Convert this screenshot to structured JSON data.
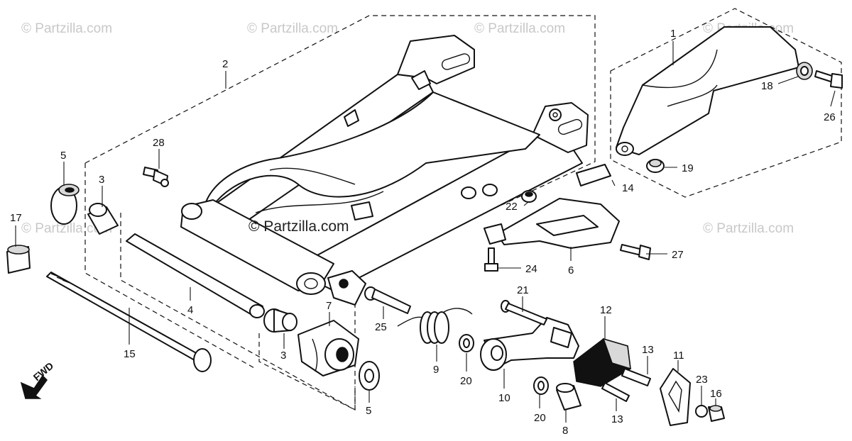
{
  "watermarks": {
    "top_1": "© Partzilla.com",
    "top_2": "© Partzilla.com",
    "top_3": "© Partzilla.com",
    "top_4": "© Partzilla.com",
    "mid_left": "© Partzilla.com",
    "center": "© Partzilla.com",
    "mid_right": "© Partzilla.com"
  },
  "direction_label": "FWD",
  "callouts": {
    "c1": "1",
    "c2": "2",
    "c3a": "3",
    "c3b": "3",
    "c4": "4",
    "c5a": "5",
    "c5b": "5",
    "c6": "6",
    "c7": "7",
    "c8": "8",
    "c9": "9",
    "c10": "10",
    "c11": "11",
    "c12": "12",
    "c13a": "13",
    "c13b": "13",
    "c14": "14",
    "c15": "15",
    "c16": "16",
    "c17": "17",
    "c18": "18",
    "c19": "19",
    "c20a": "20",
    "c20b": "20",
    "c21": "21",
    "c22": "22",
    "c23": "23",
    "c24": "24",
    "c25": "25",
    "c26": "26",
    "c27": "27",
    "c28": "28"
  }
}
